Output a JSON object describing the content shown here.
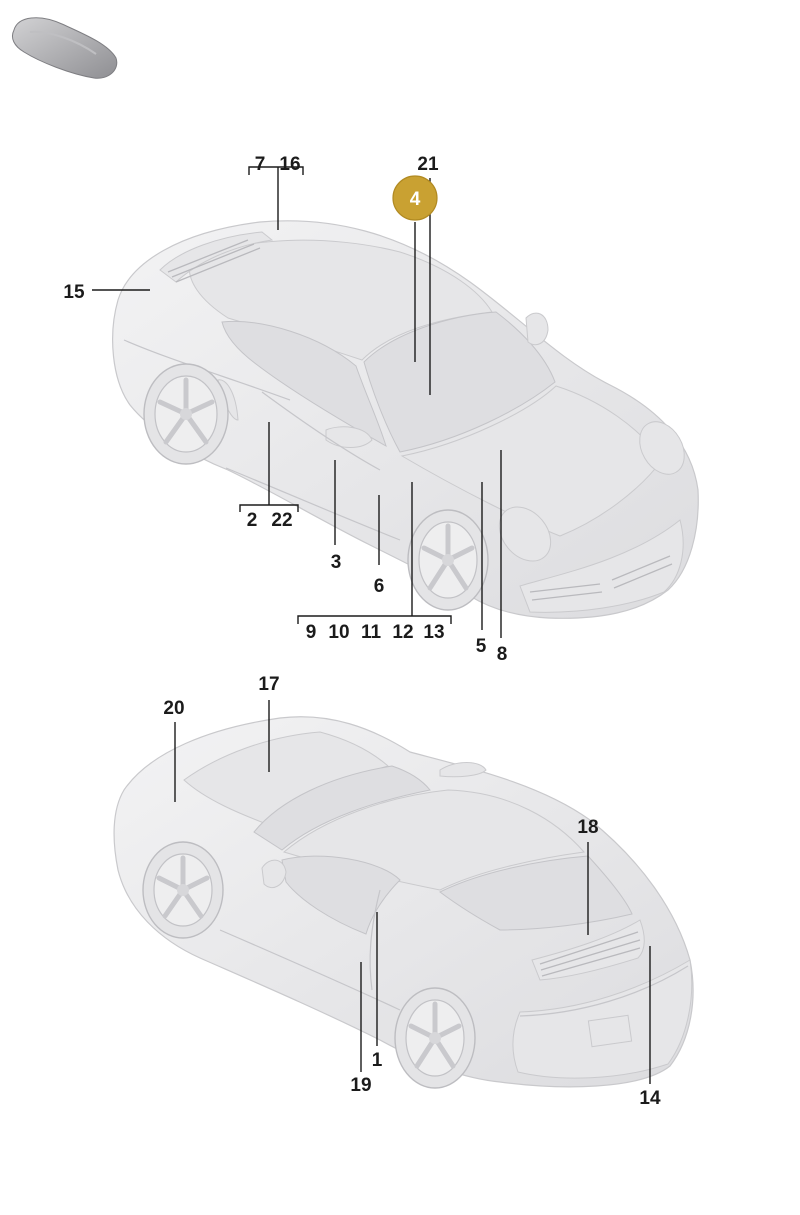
{
  "diagram": {
    "highlight_color": "#c9a132",
    "thumbnail_icon": "car-silhouette-icon",
    "top_view": {
      "callout": "4",
      "labels": {
        "l7": "7",
        "l16": "16",
        "l21": "21",
        "l15": "15",
        "l2": "2",
        "l22": "22",
        "l3": "3",
        "l6": "6",
        "l9": "9",
        "l10": "10",
        "l11": "11",
        "l12": "12",
        "l13": "13",
        "l5": "5",
        "l8": "8"
      }
    },
    "bottom_view": {
      "labels": {
        "l17": "17",
        "l20": "20",
        "l18": "18",
        "l1": "1",
        "l19": "19",
        "l14": "14"
      }
    }
  }
}
